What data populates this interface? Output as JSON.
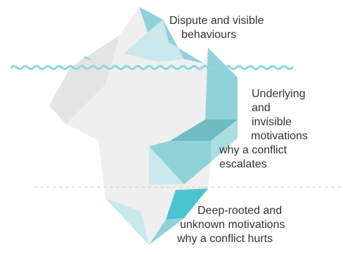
{
  "labels": {
    "visible": [
      "Dispute and visible",
      "behaviours"
    ],
    "invisible": [
      "Underlying",
      "and",
      "invisible",
      "motivations",
      "why a conflict",
      "escalates"
    ],
    "unknown": [
      "Deep-rooted and",
      "unknown motivations",
      "why a conflict hurts"
    ]
  },
  "colors": {
    "ice_body": "#efefef",
    "ice_teal": "#8fd3d8",
    "ice_teal_light": "#c9e9ec",
    "ice_teal_dark": "#5fb8bd",
    "ice_teal_bright": "#4cc3d0",
    "water": "#8fd6dc",
    "divider": "#cfcfcf",
    "text": "#333333"
  }
}
